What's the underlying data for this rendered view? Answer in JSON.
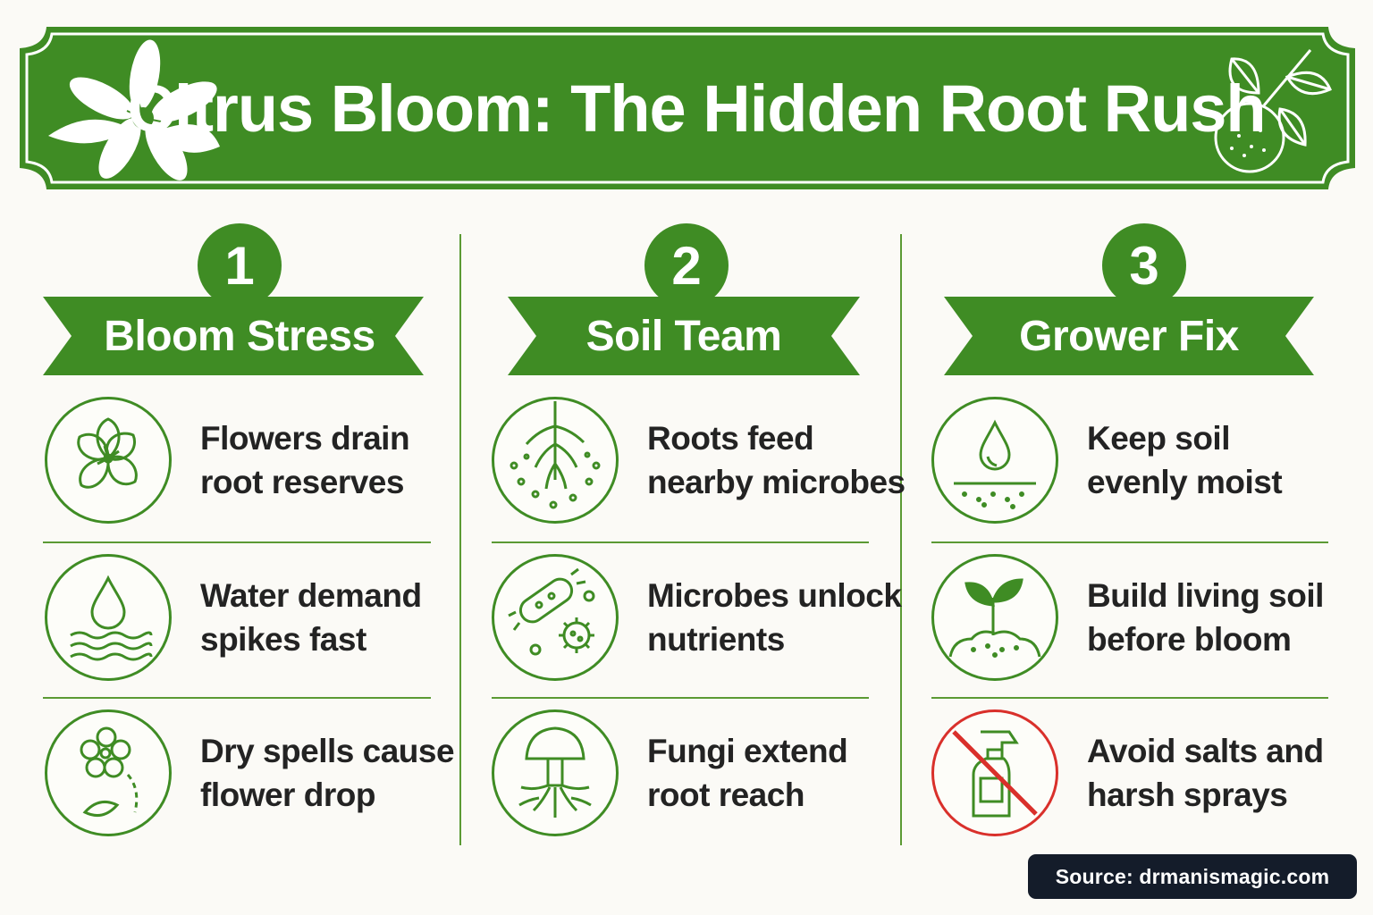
{
  "title": "Citrus Bloom: The Hidden Root Rush",
  "colors": {
    "green": "#3f8c24",
    "line_green": "#5b9a34",
    "red": "#d9302b",
    "background": "#fbfaf6",
    "source_bg": "#141c2a"
  },
  "columns": [
    {
      "number": "1",
      "heading": "Bloom Stress",
      "items": [
        {
          "icon": "blossom-icon",
          "line1": "Flowers drain",
          "line2": "root reserves"
        },
        {
          "icon": "water-drop-waves-icon",
          "line1": "Water demand",
          "line2": "spikes fast"
        },
        {
          "icon": "falling-flower-icon",
          "line1": "Dry spells cause",
          "line2": "flower drop"
        }
      ]
    },
    {
      "number": "2",
      "heading": "Soil Team",
      "items": [
        {
          "icon": "roots-microbes-icon",
          "line1": "Roots feed",
          "line2": "nearby microbes"
        },
        {
          "icon": "microbes-icon",
          "line1": "Microbes unlock",
          "line2": "nutrients"
        },
        {
          "icon": "mushroom-roots-icon",
          "line1": "Fungi extend",
          "line2": "root reach"
        }
      ]
    },
    {
      "number": "3",
      "heading": "Grower Fix",
      "items": [
        {
          "icon": "soil-moisture-icon",
          "line1": "Keep soil",
          "line2": "evenly moist"
        },
        {
          "icon": "seedling-icon",
          "line1": "Build living soil",
          "line2": "before bloom"
        },
        {
          "icon": "no-spray-icon",
          "line1": "Avoid salts and",
          "line2": "harsh sprays"
        }
      ]
    }
  ],
  "source": "Source: drmanismagic.com"
}
